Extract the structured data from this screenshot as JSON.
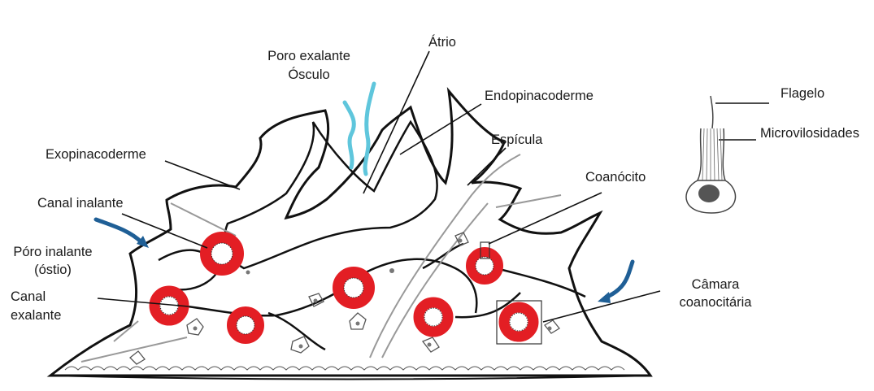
{
  "labels": {
    "poro_exalante": "Poro exalante",
    "osculo": "Ósculo",
    "atrio": "Átrio",
    "endopinacoderme": "Endopinacoderme",
    "espicula": "Espícula",
    "exopinacoderme": "Exopinacoderme",
    "coanocito": "Coanócito",
    "canal_inalante": "Canal inalante",
    "poro_inalante_1": "Póro inalante",
    "poro_inalante_2": "(óstio)",
    "canal_exalante_1": "Canal",
    "canal_exalante_2": "exalante",
    "camara_1": "Câmara",
    "camara_2": "coanocitária",
    "flagelo": "Flagelo",
    "microvilosidades": "Microvilosidades"
  },
  "colors": {
    "chamber": "#e31e24",
    "flow_arrow": "#1f5f96",
    "osculum_water": "#5fc6dc",
    "outline": "#111111",
    "nucleus": "#777777"
  }
}
